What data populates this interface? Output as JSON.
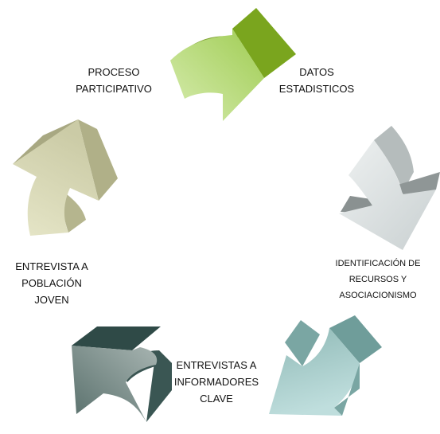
{
  "diagram": {
    "steps": [
      {
        "lines": [
          "DATOS",
          "ESTADISTICOS"
        ]
      },
      {
        "lines": [
          "IDENTIFICACIÓN DE",
          "RECURSOS Y",
          "ASOCIACIONISMO"
        ]
      },
      {
        "lines": [
          "ENTREVISTAS A",
          "INFORMADORES",
          "CLAVE"
        ]
      },
      {
        "lines": [
          "ENTREVISTA A",
          "POBLACIÓN",
          "JOVEN"
        ]
      },
      {
        "lines": [
          "PROCESO",
          "PARTICIPATIVO"
        ]
      }
    ]
  }
}
